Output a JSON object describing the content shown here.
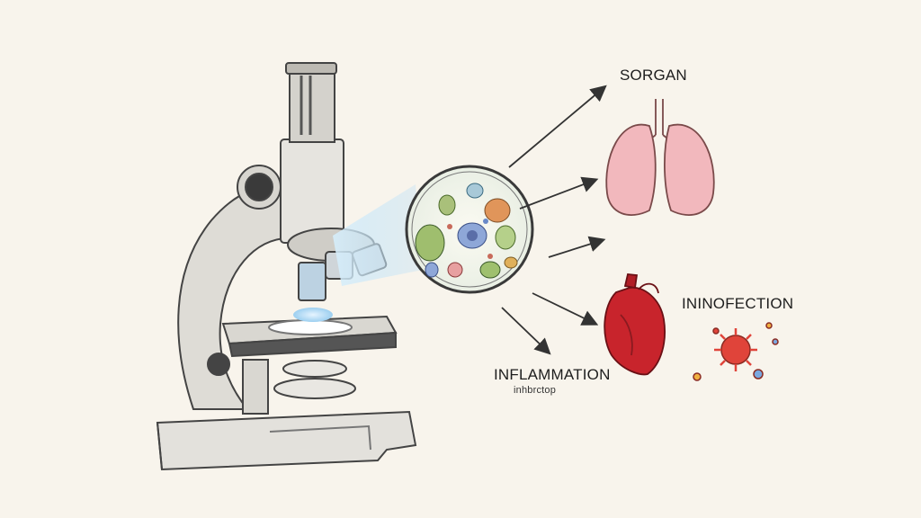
{
  "labels": {
    "organ": "SORGAN",
    "infection": "ININOFECTION",
    "inflammation": "INFLAMMATION",
    "inflammation_sub": "inhbrctop"
  },
  "icons": [
    "microscope-icon",
    "cell-sample-icon",
    "lungs-icon",
    "heart-icon",
    "virus-icon"
  ],
  "colors": {
    "background": "#f8f4ec",
    "pencil": "#4a4a4a",
    "light_beam": "#bfe0f5",
    "lungs": "#f2b8bd",
    "heart": "#c8242c",
    "virus": "#e0443a"
  }
}
